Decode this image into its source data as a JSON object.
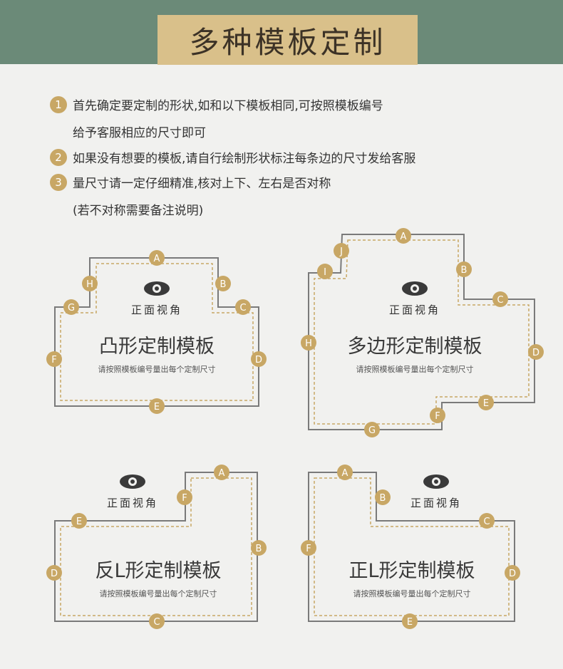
{
  "title": "多种模板定制",
  "instructions": [
    {
      "num": "1",
      "lines": [
        "首先确定要定制的形状,如和以下模板相同,可按照模板编号",
        "给予客服相应的尺寸即可"
      ]
    },
    {
      "num": "2",
      "lines": [
        "如果没有想要的模板,请自行绘制形状标注每条边的尺寸发给客服"
      ]
    },
    {
      "num": "3",
      "lines": [
        "量尺寸请一定仔细精准,核对上下、左右是否对称",
        "(若不对称需要备注说明)"
      ]
    }
  ],
  "view_label": "正面视角",
  "subtitle": "请按照模板编号量出每个定制尺寸",
  "templates": {
    "convex": {
      "name": "凸形定制模板",
      "markers": [
        "A",
        "B",
        "C",
        "D",
        "E",
        "F",
        "G",
        "H"
      ]
    },
    "polygon": {
      "name": "多边形定制模板",
      "markers": [
        "A",
        "B",
        "C",
        "D",
        "E",
        "F",
        "G",
        "H",
        "I",
        "J"
      ]
    },
    "reverse_l": {
      "name": "反L形定制模板",
      "markers": [
        "A",
        "B",
        "C",
        "D",
        "E",
        "F"
      ]
    },
    "forward_l": {
      "name": "正L形定制模板",
      "markers": [
        "A",
        "B",
        "C",
        "D",
        "E",
        "F"
      ]
    }
  },
  "colors": {
    "band": "#6b8a78",
    "title_bg": "#d9c08a",
    "marker": "#c8a765",
    "outline": "#7a7a7a"
  }
}
